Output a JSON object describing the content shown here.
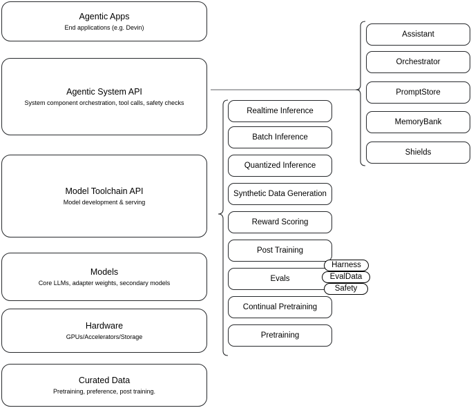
{
  "diagram": {
    "title": "AI stack layers diagram",
    "stroke_color": "#26282b",
    "background": "#ffffff"
  },
  "left_stack": {
    "name": "platform-layers",
    "items": [
      {
        "title": "Agentic Apps",
        "subtitle": "End applications (e.g. Devin)"
      },
      {
        "title": "Agentic System API",
        "subtitle": "System component orchestration, tool calls, safety checks"
      },
      {
        "title": "Model Toolchain API",
        "subtitle": "Model development & serving"
      },
      {
        "title": "Models",
        "subtitle": "Core LLMs, adapter weights, secondary models"
      },
      {
        "title": "Hardware",
        "subtitle": "GPUs/Accelerators/Storage"
      },
      {
        "title": "Curated Data",
        "subtitle": "Pretraining, preference, post training."
      }
    ]
  },
  "middle_column": {
    "name": "model-toolchain-capabilities",
    "items": [
      {
        "label": "Realtime Inference"
      },
      {
        "label": "Batch Inference"
      },
      {
        "label": "Quantized Inference"
      },
      {
        "label": "Synthetic Data Generation"
      },
      {
        "label": "Reward Scoring"
      },
      {
        "label": "Post Training"
      },
      {
        "label": "Evals"
      },
      {
        "label": "Continual Pretraining"
      },
      {
        "label": "Pretraining"
      }
    ]
  },
  "right_column": {
    "name": "agentic-system-components",
    "items": [
      {
        "label": "Assistant"
      },
      {
        "label": "Orchestrator"
      },
      {
        "label": "PromptStore"
      },
      {
        "label": "MemoryBank"
      },
      {
        "label": "Shields"
      }
    ]
  },
  "eval_pills": {
    "name": "evals-subcomponents",
    "items": [
      {
        "label": "Harness"
      },
      {
        "label": "EvalData"
      },
      {
        "label": "Safety"
      }
    ]
  }
}
